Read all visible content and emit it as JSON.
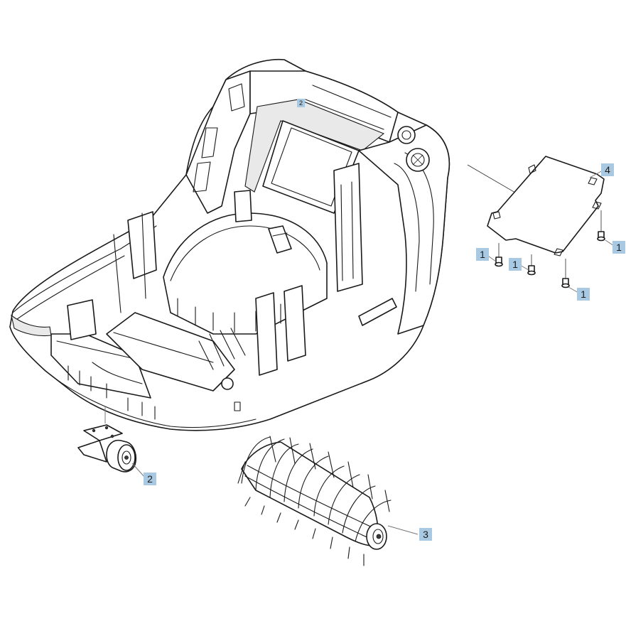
{
  "callouts": [
    {
      "id": "c-part-1-a",
      "label": "1"
    },
    {
      "id": "c-part-1-b",
      "label": "1"
    },
    {
      "id": "c-part-1-c",
      "label": "1"
    },
    {
      "id": "c-part-1-d",
      "label": "1"
    },
    {
      "id": "c-part-2-a",
      "label": "2"
    },
    {
      "id": "c-part-2-b",
      "label": "2"
    },
    {
      "id": "c-part-3",
      "label": "3"
    },
    {
      "id": "c-part-4",
      "label": "4"
    }
  ],
  "colors": {
    "callout_fill": "#a9c9e2",
    "line": "#1a1a1a"
  }
}
